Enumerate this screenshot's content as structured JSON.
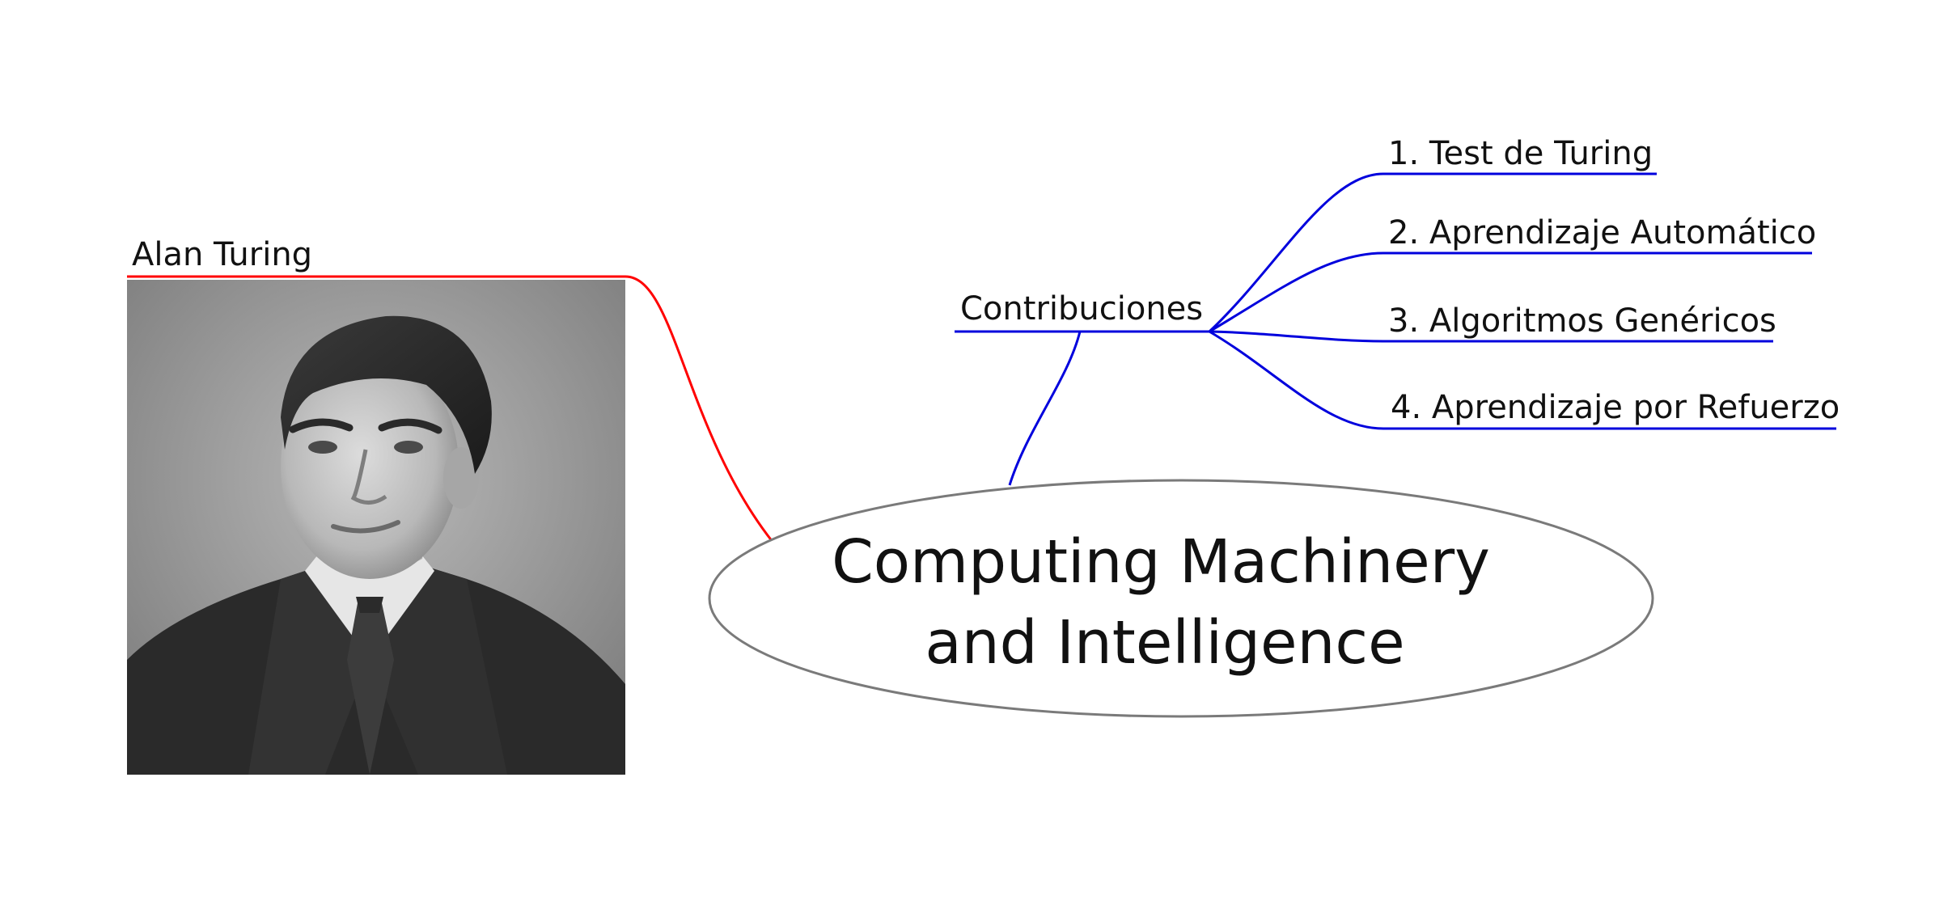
{
  "central_topic": {
    "line1": "Computing Machinery",
    "line2": "and Intelligence"
  },
  "left_branch": {
    "label": "Alan Turing",
    "color": "#ff0000",
    "image": {
      "subject": "portrait-photo",
      "style": "black-and-white"
    }
  },
  "right_branch": {
    "label": "Contribuciones",
    "color": "#0000dd",
    "items": [
      "1. Test de Turing",
      "2. Aprendizaje Automático",
      "3. Algoritmos Genéricos",
      "4. Aprendizaje por Refuerzo"
    ]
  },
  "colors": {
    "ellipse_border": "#7a7a7a",
    "text": "#111111"
  }
}
